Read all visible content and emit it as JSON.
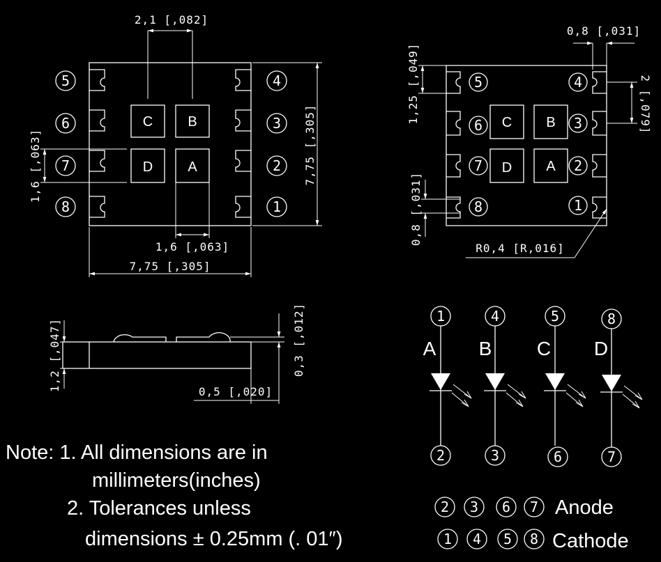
{
  "views": {
    "top_left": {
      "dims": {
        "pad_pitch": "2,1 [,082]",
        "height": "7,75 [,305]",
        "width": "7,75 [,305]",
        "pad_width": "1,6 [,063]",
        "pad_height": "1,6 [,063]"
      },
      "pads": [
        "C",
        "B",
        "D",
        "A"
      ],
      "pins_left": [
        "5",
        "6",
        "7",
        "8"
      ],
      "pins_right": [
        "4",
        "3",
        "2",
        "1"
      ]
    },
    "top_right": {
      "dims": {
        "slot_width": "0,8 [,031]",
        "slot_pitch": "1,25 [,049]",
        "castellation_pitch": "2 [,079]",
        "slot_gap": "0,8 [,031]",
        "corner_radius": "R0,4 [R,016]"
      },
      "pads": [
        "C",
        "B",
        "D",
        "A"
      ],
      "pins_left": [
        "5",
        "6",
        "7",
        "8"
      ],
      "pins_right": [
        "4",
        "3",
        "2",
        "1"
      ]
    },
    "side": {
      "dims": {
        "thickness": "1,2 [,047]",
        "lens_height": "0,3 [,012]",
        "lens_offset": "0,5 [,020]"
      }
    }
  },
  "schematic": {
    "channels": [
      {
        "letter": "A",
        "top_pin": "1",
        "bottom_pin": "2"
      },
      {
        "letter": "B",
        "top_pin": "4",
        "bottom_pin": "3"
      },
      {
        "letter": "C",
        "top_pin": "5",
        "bottom_pin": "6"
      },
      {
        "letter": "D",
        "top_pin": "8",
        "bottom_pin": "7"
      }
    ],
    "anode": {
      "pins": [
        "2",
        "3",
        "6",
        "7"
      ],
      "label": "Anode"
    },
    "cathode": {
      "pins": [
        "1",
        "4",
        "5",
        "8"
      ],
      "label": "Cathode"
    }
  },
  "notes": {
    "prefix": "Note:",
    "line1": "1. All dimensions are in",
    "line2": "millimeters(inches)",
    "line3": "2. Tolerances unless",
    "line4": "dimensions ± 0.25mm (. 01″)"
  }
}
